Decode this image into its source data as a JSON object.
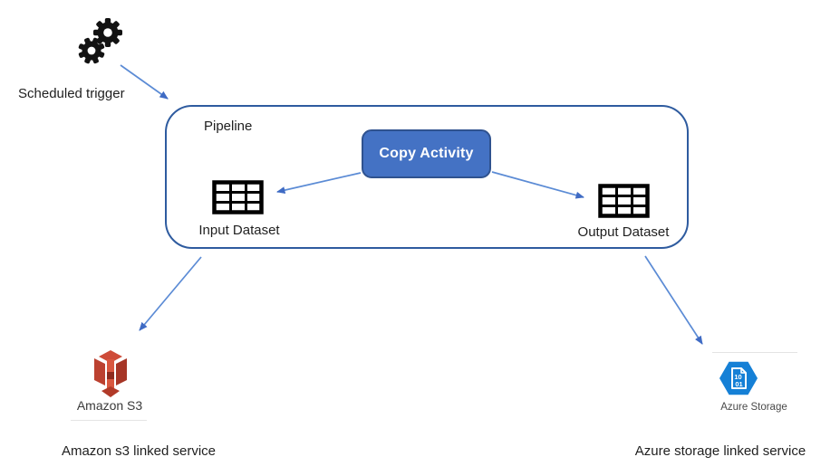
{
  "diagram": {
    "trigger": {
      "label": "Scheduled trigger"
    },
    "pipeline": {
      "label": "Pipeline",
      "copy_activity": {
        "label": "Copy Activity"
      },
      "input_dataset": {
        "label": "Input Dataset"
      },
      "output_dataset": {
        "label": "Output Dataset"
      }
    },
    "linked_services": {
      "amazon_s3": {
        "icon_caption": "Amazon S3",
        "label": "Amazon s3 linked service"
      },
      "azure_storage": {
        "icon_caption": "Azure Storage",
        "icon_digits_top": "10",
        "icon_digits_bottom": "01",
        "label": "Azure storage linked service"
      }
    },
    "edges": [
      {
        "from": "scheduled-trigger",
        "to": "pipeline"
      },
      {
        "from": "copy-activity",
        "to": "input-dataset"
      },
      {
        "from": "copy-activity",
        "to": "output-dataset"
      },
      {
        "from": "input-dataset",
        "to": "amazon-s3-linked-service"
      },
      {
        "from": "output-dataset",
        "to": "azure-storage-linked-service"
      }
    ],
    "colors": {
      "copy_activity_fill": "#4472C4",
      "copy_activity_border": "#2F528F",
      "pipeline_border": "#2E5B9F",
      "arrow": "#5B8BD5",
      "amazon_s3_red": "#C7402F",
      "azure_blue": "#1580D6"
    }
  }
}
